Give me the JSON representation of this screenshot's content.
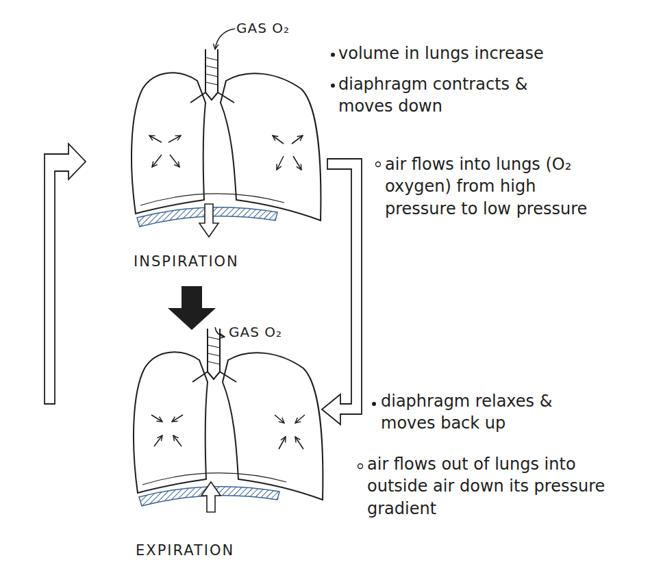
{
  "diagram": {
    "labels": [
      "GAS O₂",
      "volume in lungs increase",
      "diaphragm contracts & moves down",
      "air flows into lungs (O₂ oxygen) from high pressure to low pressure",
      "INSPIRATION",
      "GAS O₂",
      "diaphragm relaxes & moves back up",
      "air flows out of lungs into outside air down its pressure gradient",
      "EXPIRATION"
    ]
  }
}
